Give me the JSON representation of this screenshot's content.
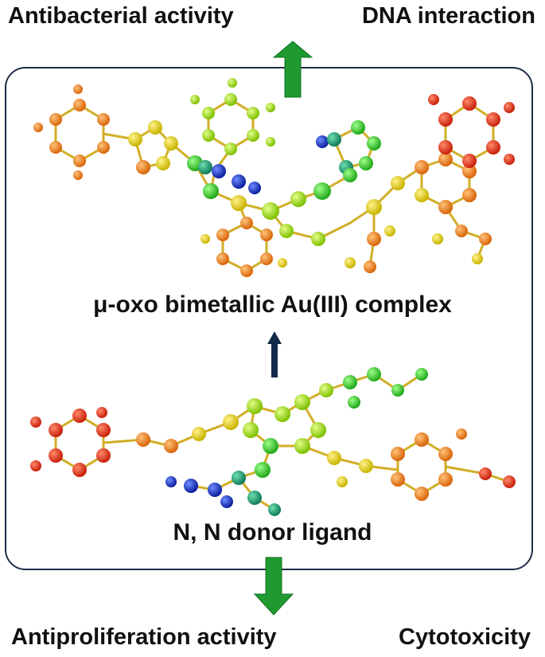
{
  "outcomes": {
    "top_left": "Antibacterial activity",
    "top_right": "DNA interaction",
    "bottom_left": "Antiproliferation activity",
    "bottom_right": "Cytotoxicity"
  },
  "molecules": {
    "complex_label": "μ-oxo bimetallic Au(III) complex",
    "ligand_label": "N, N donor ligand"
  },
  "colors": {
    "up_arrow": "#1e9a30",
    "down_arrow": "#1e9a30",
    "center_arrow": "#14284a",
    "frame": "#1f2d4a"
  }
}
